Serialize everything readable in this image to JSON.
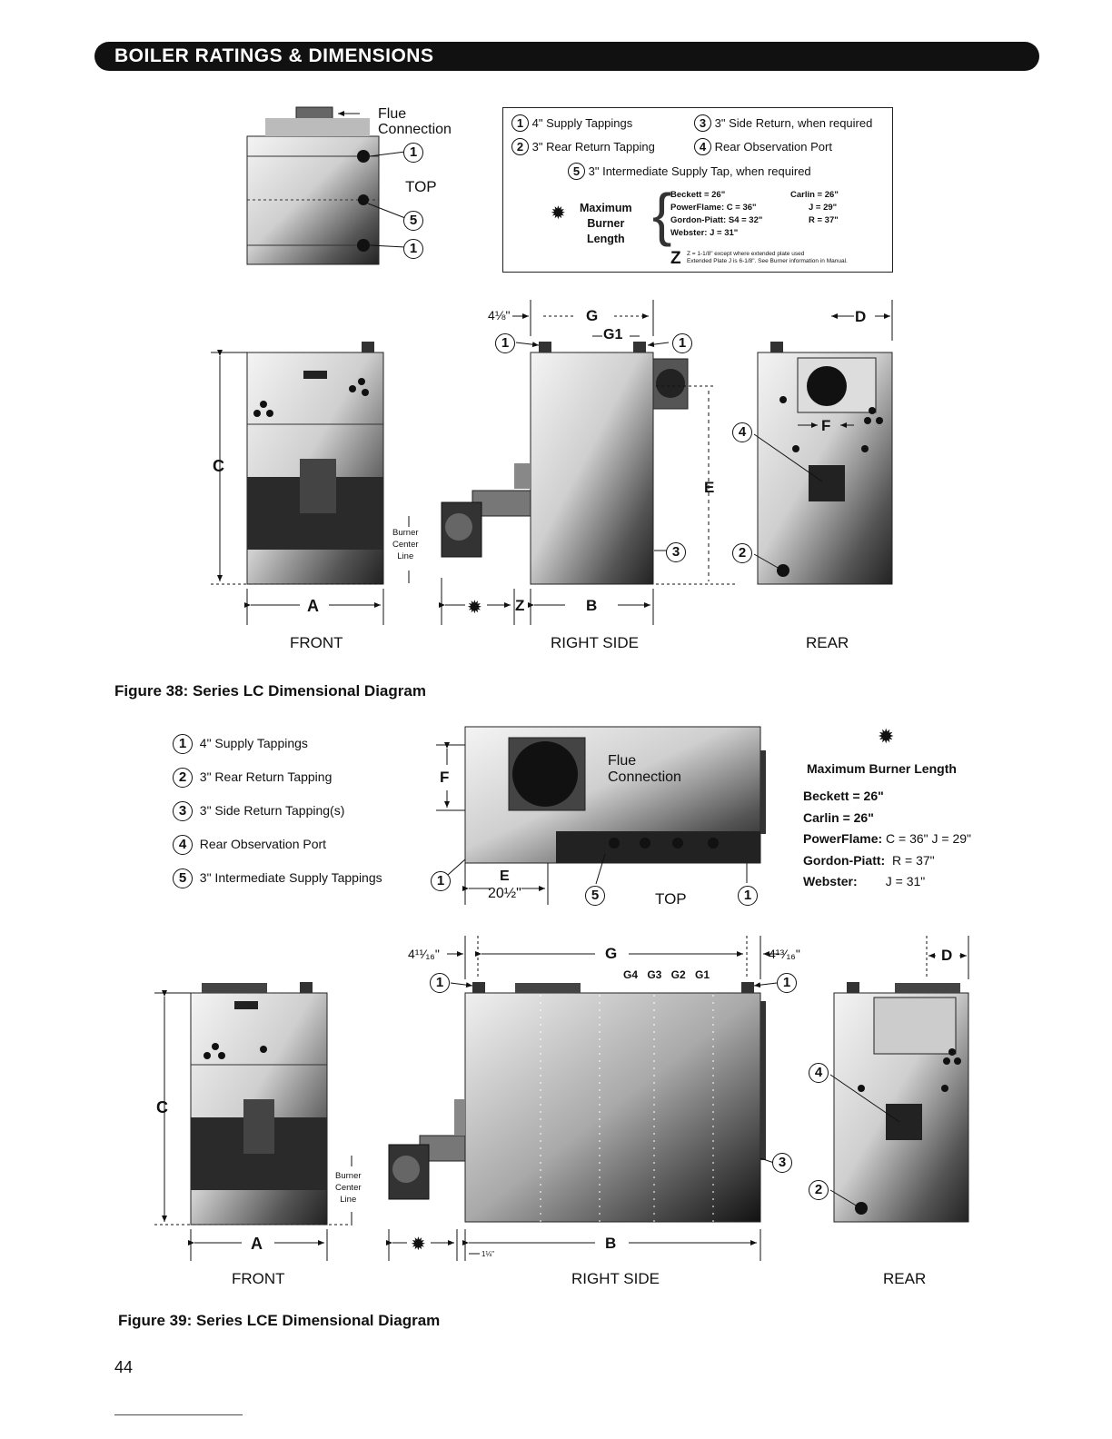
{
  "header": {
    "title": "BOILER RATINGS & DIMENSIONS"
  },
  "fig38": {
    "caption": "Figure 38: Series LC Dimensional Diagram",
    "top_label": "TOP",
    "flue_label": "Flue Connection",
    "views": {
      "front": "FRONT",
      "right": "RIGHT SIDE",
      "rear": "REAR"
    },
    "dims": {
      "a": "A",
      "b": "B",
      "c": "C",
      "d": "D",
      "e": "E",
      "f": "F",
      "g": "G",
      "g1": "G1",
      "z": "Z",
      "offset": "4⅛\""
    },
    "burner_center": [
      "Burner",
      "Center",
      "Line"
    ],
    "legend": {
      "items": [
        {
          "num": "1",
          "text": "4\" Supply Tappings"
        },
        {
          "num": "3",
          "text": "3\" Side Return, when required"
        },
        {
          "num": "2",
          "text": "3\" Rear Return Tapping"
        },
        {
          "num": "4",
          "text": "Rear Observation Port"
        },
        {
          "num": "5",
          "text": "3\" Intermediate Supply Tap, when required"
        }
      ],
      "max_burner": [
        "Maximum",
        "Burner",
        "Length"
      ],
      "burner_lines": [
        [
          "Beckett = 26\"",
          "Carlin = 26\""
        ],
        [
          "PowerFlame:  C = 36\"",
          "J = 29\""
        ],
        [
          "Gordon-Piatt:  S4 = 32\"",
          "R = 37\""
        ],
        [
          "Webster:  J = 31\"",
          ""
        ]
      ],
      "z_letter": "Z",
      "z_note_1": "Z = 1-1/8\" except where extended plate used",
      "z_note_2": "Extended Plate J is 6-1/8\". See Burner information in Manual."
    }
  },
  "fig39": {
    "caption": "Figure 39: Series LCE Dimensional Diagram",
    "legend": [
      {
        "num": "1",
        "text": "4\" Supply Tappings"
      },
      {
        "num": "2",
        "text": "3\" Rear Return Tapping"
      },
      {
        "num": "3",
        "text": "3\" Side Return Tapping(s)"
      },
      {
        "num": "4",
        "text": "Rear Observation Port"
      },
      {
        "num": "5",
        "text": "3\" Intermediate Supply Tappings"
      }
    ],
    "top_label": "TOP",
    "flue_label": "Flue Connection",
    "dims": {
      "a": "A",
      "b": "B",
      "c": "C",
      "d": "D",
      "e": "E",
      "f": "F",
      "g": "G",
      "g_parts": "G4 G3 G2 G1",
      "e_value": "20½\"",
      "left_offset": "4¹¹⁄₁₆\"",
      "right_offset": "4¹³⁄₁₆\"",
      "small": "1⅛\""
    },
    "burner_center": [
      "Burner",
      "Center",
      "Line"
    ],
    "views": {
      "front": "FRONT",
      "right": "RIGHT SIDE",
      "rear": "REAR"
    },
    "max_burner_title": "Maximum Burner Length",
    "burner_lines": [
      {
        "brand": "Beckett = 26\"",
        "val": ""
      },
      {
        "brand": "Carlin = 26\"",
        "val": ""
      },
      {
        "brand": "PowerFlame:",
        "val": "C = 36\"   J = 29\""
      },
      {
        "brand": "Gordon-Piatt:",
        "val": "R = 37\""
      },
      {
        "brand": "Webster:",
        "val": "J = 31\""
      }
    ]
  },
  "page_number": "44"
}
